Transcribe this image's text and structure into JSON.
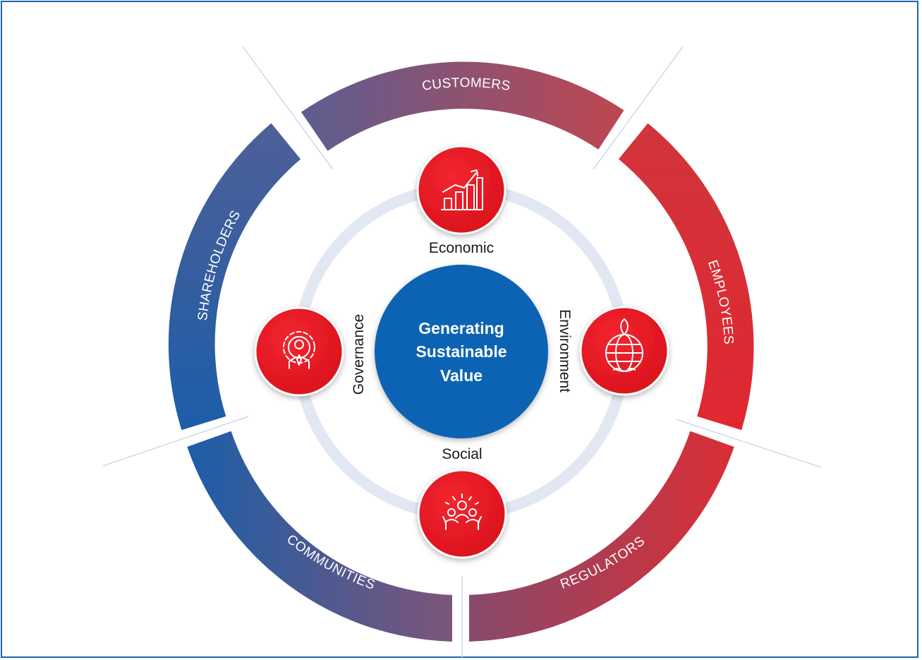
{
  "center": {
    "lines": [
      "Generating",
      "Sustainable",
      "Value"
    ]
  },
  "pillars": {
    "economic": {
      "label": "Economic",
      "icon": "growth-chart-icon"
    },
    "environment": {
      "label": "Environment",
      "icon": "globe-leaf-icon"
    },
    "social": {
      "label": "Social",
      "icon": "community-hands-icon"
    },
    "governance": {
      "label": "Governance",
      "icon": "gear-person-icon"
    }
  },
  "stakeholders": {
    "customers": "CUSTOMERS",
    "employees": "EMPLOYEES",
    "regulators": "REGULATORS",
    "communities": "COMMUNITIES",
    "shareholders": "SHAREHOLDERS"
  },
  "colors": {
    "red": "#d92a30",
    "blue": "#1d5ea6",
    "purple": "#7a5479",
    "center_blue": "#0b63b3",
    "icon_red": "#e31b23",
    "inner_ring": "#e1e8f3",
    "frame": "#1e63a8"
  }
}
